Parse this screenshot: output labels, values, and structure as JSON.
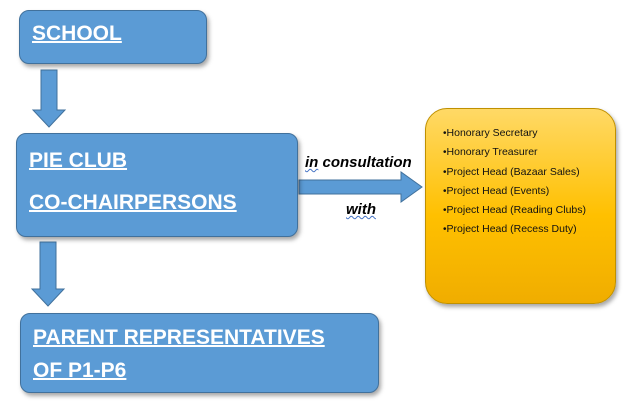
{
  "school": {
    "label": "SCHOOL"
  },
  "pie_club": {
    "line1": "PIE CLUB",
    "line2": "CO-CHAIRPERSONS"
  },
  "parents": {
    "line1": "PARENT REPRESENTATIVES",
    "line2": "OF P1-P6"
  },
  "connector": {
    "word1": "in",
    "word1_rest": " consultation",
    "word2": "with"
  },
  "officers": [
    "Honorary Secretary",
    "Honorary Treasurer",
    "Project Head (Bazaar Sales)",
    "Project Head (Events)",
    "Project Head (Reading Clubs)",
    "Project Head (Recess Duty)"
  ],
  "colors": {
    "box_fill": "#5b9bd5",
    "box_border": "#41719c",
    "officers_fill": "#ffc000",
    "officers_border": "#bf9000",
    "text_on_box": "#ffffff"
  }
}
